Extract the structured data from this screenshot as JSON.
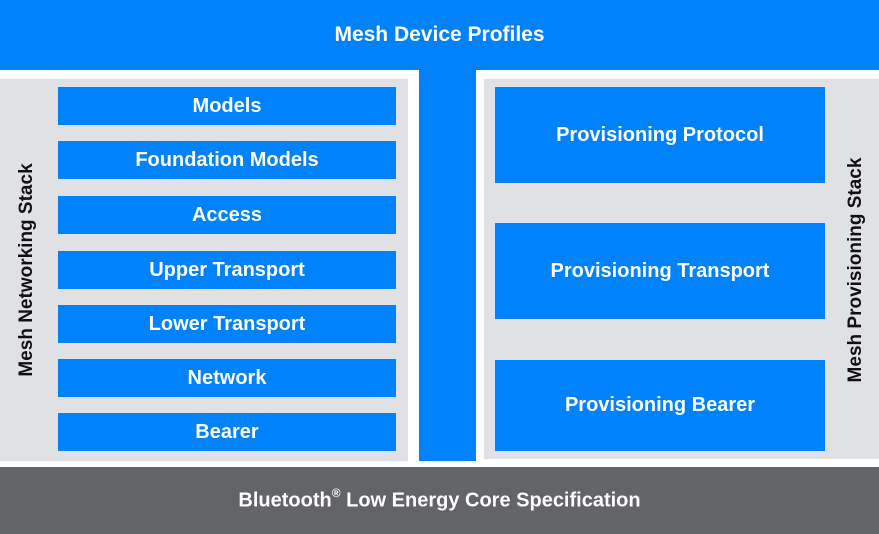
{
  "diagram": {
    "title": "Mesh Device Profiles",
    "networking_stack": {
      "label": "Mesh Networking Stack",
      "layers": [
        "Models",
        "Foundation Models",
        "Access",
        "Upper Transport",
        "Lower Transport",
        "Network",
        "Bearer"
      ]
    },
    "provisioning_stack": {
      "label": "Mesh Provisioning Stack",
      "layers": [
        "Provisioning Protocol",
        "Provisioning Transport",
        "Provisioning Bearer"
      ]
    },
    "core": {
      "prefix": "Bluetooth",
      "mark": "®",
      "suffix": " Low Energy Core Specification"
    }
  },
  "colors": {
    "blue": "#0082fc",
    "panel_gray": "#dfe1e5",
    "core_gray": "#636468"
  }
}
